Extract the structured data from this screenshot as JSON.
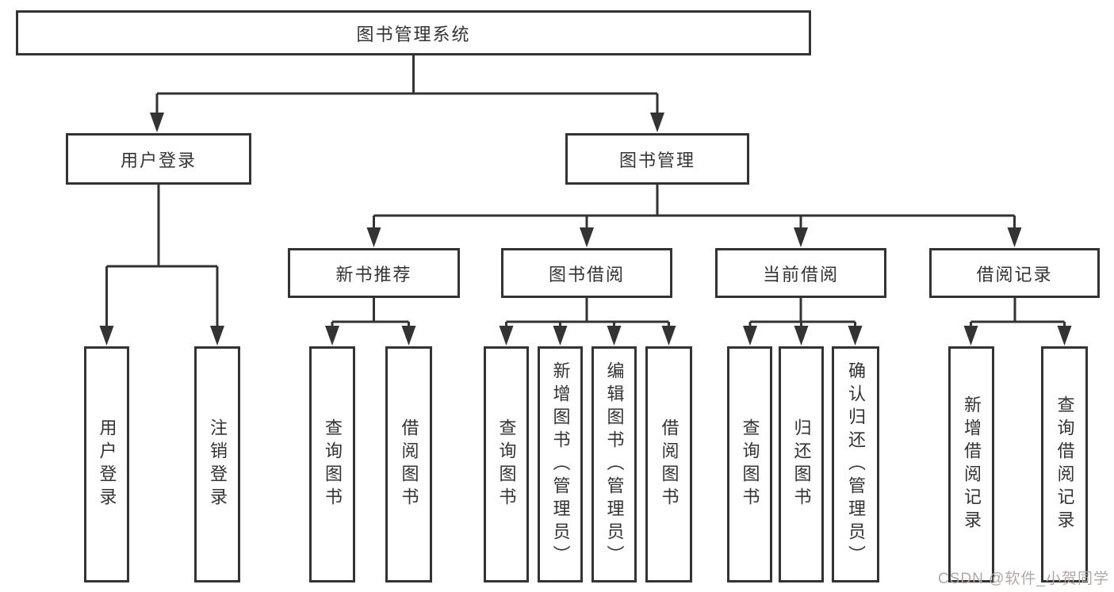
{
  "diagram": {
    "root": {
      "label": "图书管理系统",
      "children": [
        {
          "label": "用户登录",
          "children": [
            {
              "label": "用户登录"
            },
            {
              "label": "注销登录"
            }
          ]
        },
        {
          "label": "图书管理",
          "children": [
            {
              "label": "新书推荐",
              "children": [
                {
                  "label": "查询图书"
                },
                {
                  "label": "借阅图书"
                }
              ]
            },
            {
              "label": "图书借阅",
              "children": [
                {
                  "label": "查询图书"
                },
                {
                  "label": "新增图书（管理员）"
                },
                {
                  "label": "编辑图书（管理员）"
                },
                {
                  "label": "借阅图书"
                }
              ]
            },
            {
              "label": "当前借阅",
              "children": [
                {
                  "label": "查询图书"
                },
                {
                  "label": "归还图书"
                },
                {
                  "label": "确认归还（管理员）"
                }
              ]
            },
            {
              "label": "借阅记录",
              "children": [
                {
                  "label": "新增借阅记录"
                },
                {
                  "label": "查询借阅记录"
                }
              ]
            }
          ]
        }
      ]
    }
  },
  "watermark": {
    "text": "CSDN @软件_小贺同学"
  },
  "colors": {
    "line": "#333333",
    "border": "#333333",
    "text": "#333333",
    "background": "#ffffff",
    "watermark": "#b2a6a6"
  }
}
